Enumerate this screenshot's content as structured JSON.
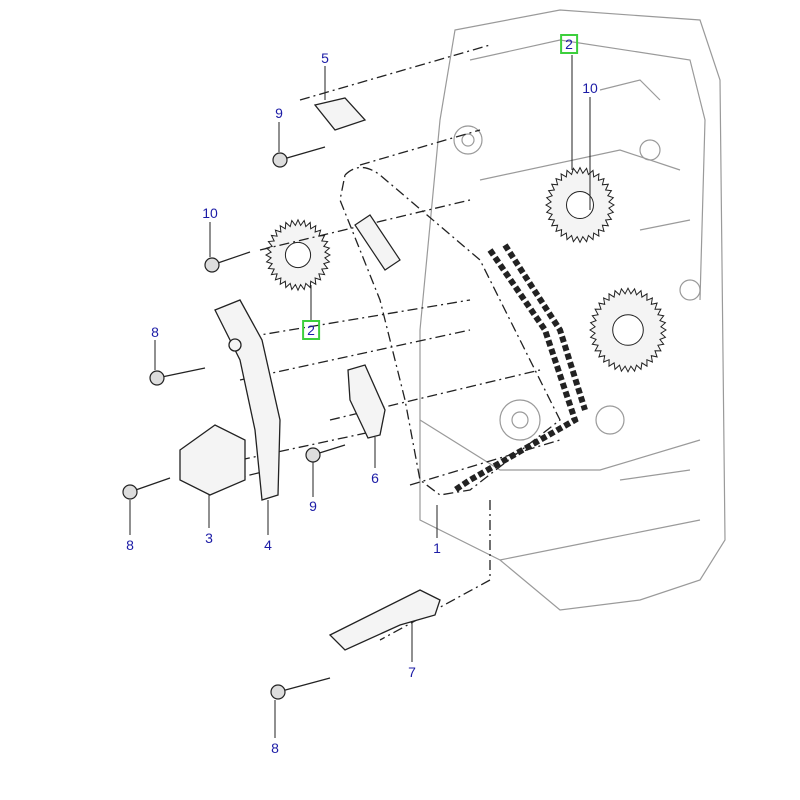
{
  "diagram": {
    "title": "Timing chain components exploded view",
    "colors": {
      "label": "#1c1ca6",
      "highlight_box": "#3ccf3c",
      "line": "#222222",
      "block": "#9a9a9a"
    },
    "callouts": [
      {
        "id": "c5",
        "text": "5",
        "highlighted": false
      },
      {
        "id": "c9a",
        "text": "9",
        "highlighted": false
      },
      {
        "id": "c10a",
        "text": "10",
        "highlighted": false
      },
      {
        "id": "c2a",
        "text": "2",
        "highlighted": true
      },
      {
        "id": "c8a",
        "text": "8",
        "highlighted": false
      },
      {
        "id": "c2b",
        "text": "2",
        "highlighted": true
      },
      {
        "id": "c10b",
        "text": "10",
        "highlighted": false
      },
      {
        "id": "c6",
        "text": "6",
        "highlighted": false
      },
      {
        "id": "c9b",
        "text": "9",
        "highlighted": false
      },
      {
        "id": "c3",
        "text": "3",
        "highlighted": false
      },
      {
        "id": "c4",
        "text": "4",
        "highlighted": false
      },
      {
        "id": "c8b",
        "text": "8",
        "highlighted": false
      },
      {
        "id": "c1",
        "text": "1",
        "highlighted": false
      },
      {
        "id": "c7",
        "text": "7",
        "highlighted": false
      },
      {
        "id": "c8c",
        "text": "8",
        "highlighted": false
      }
    ]
  }
}
